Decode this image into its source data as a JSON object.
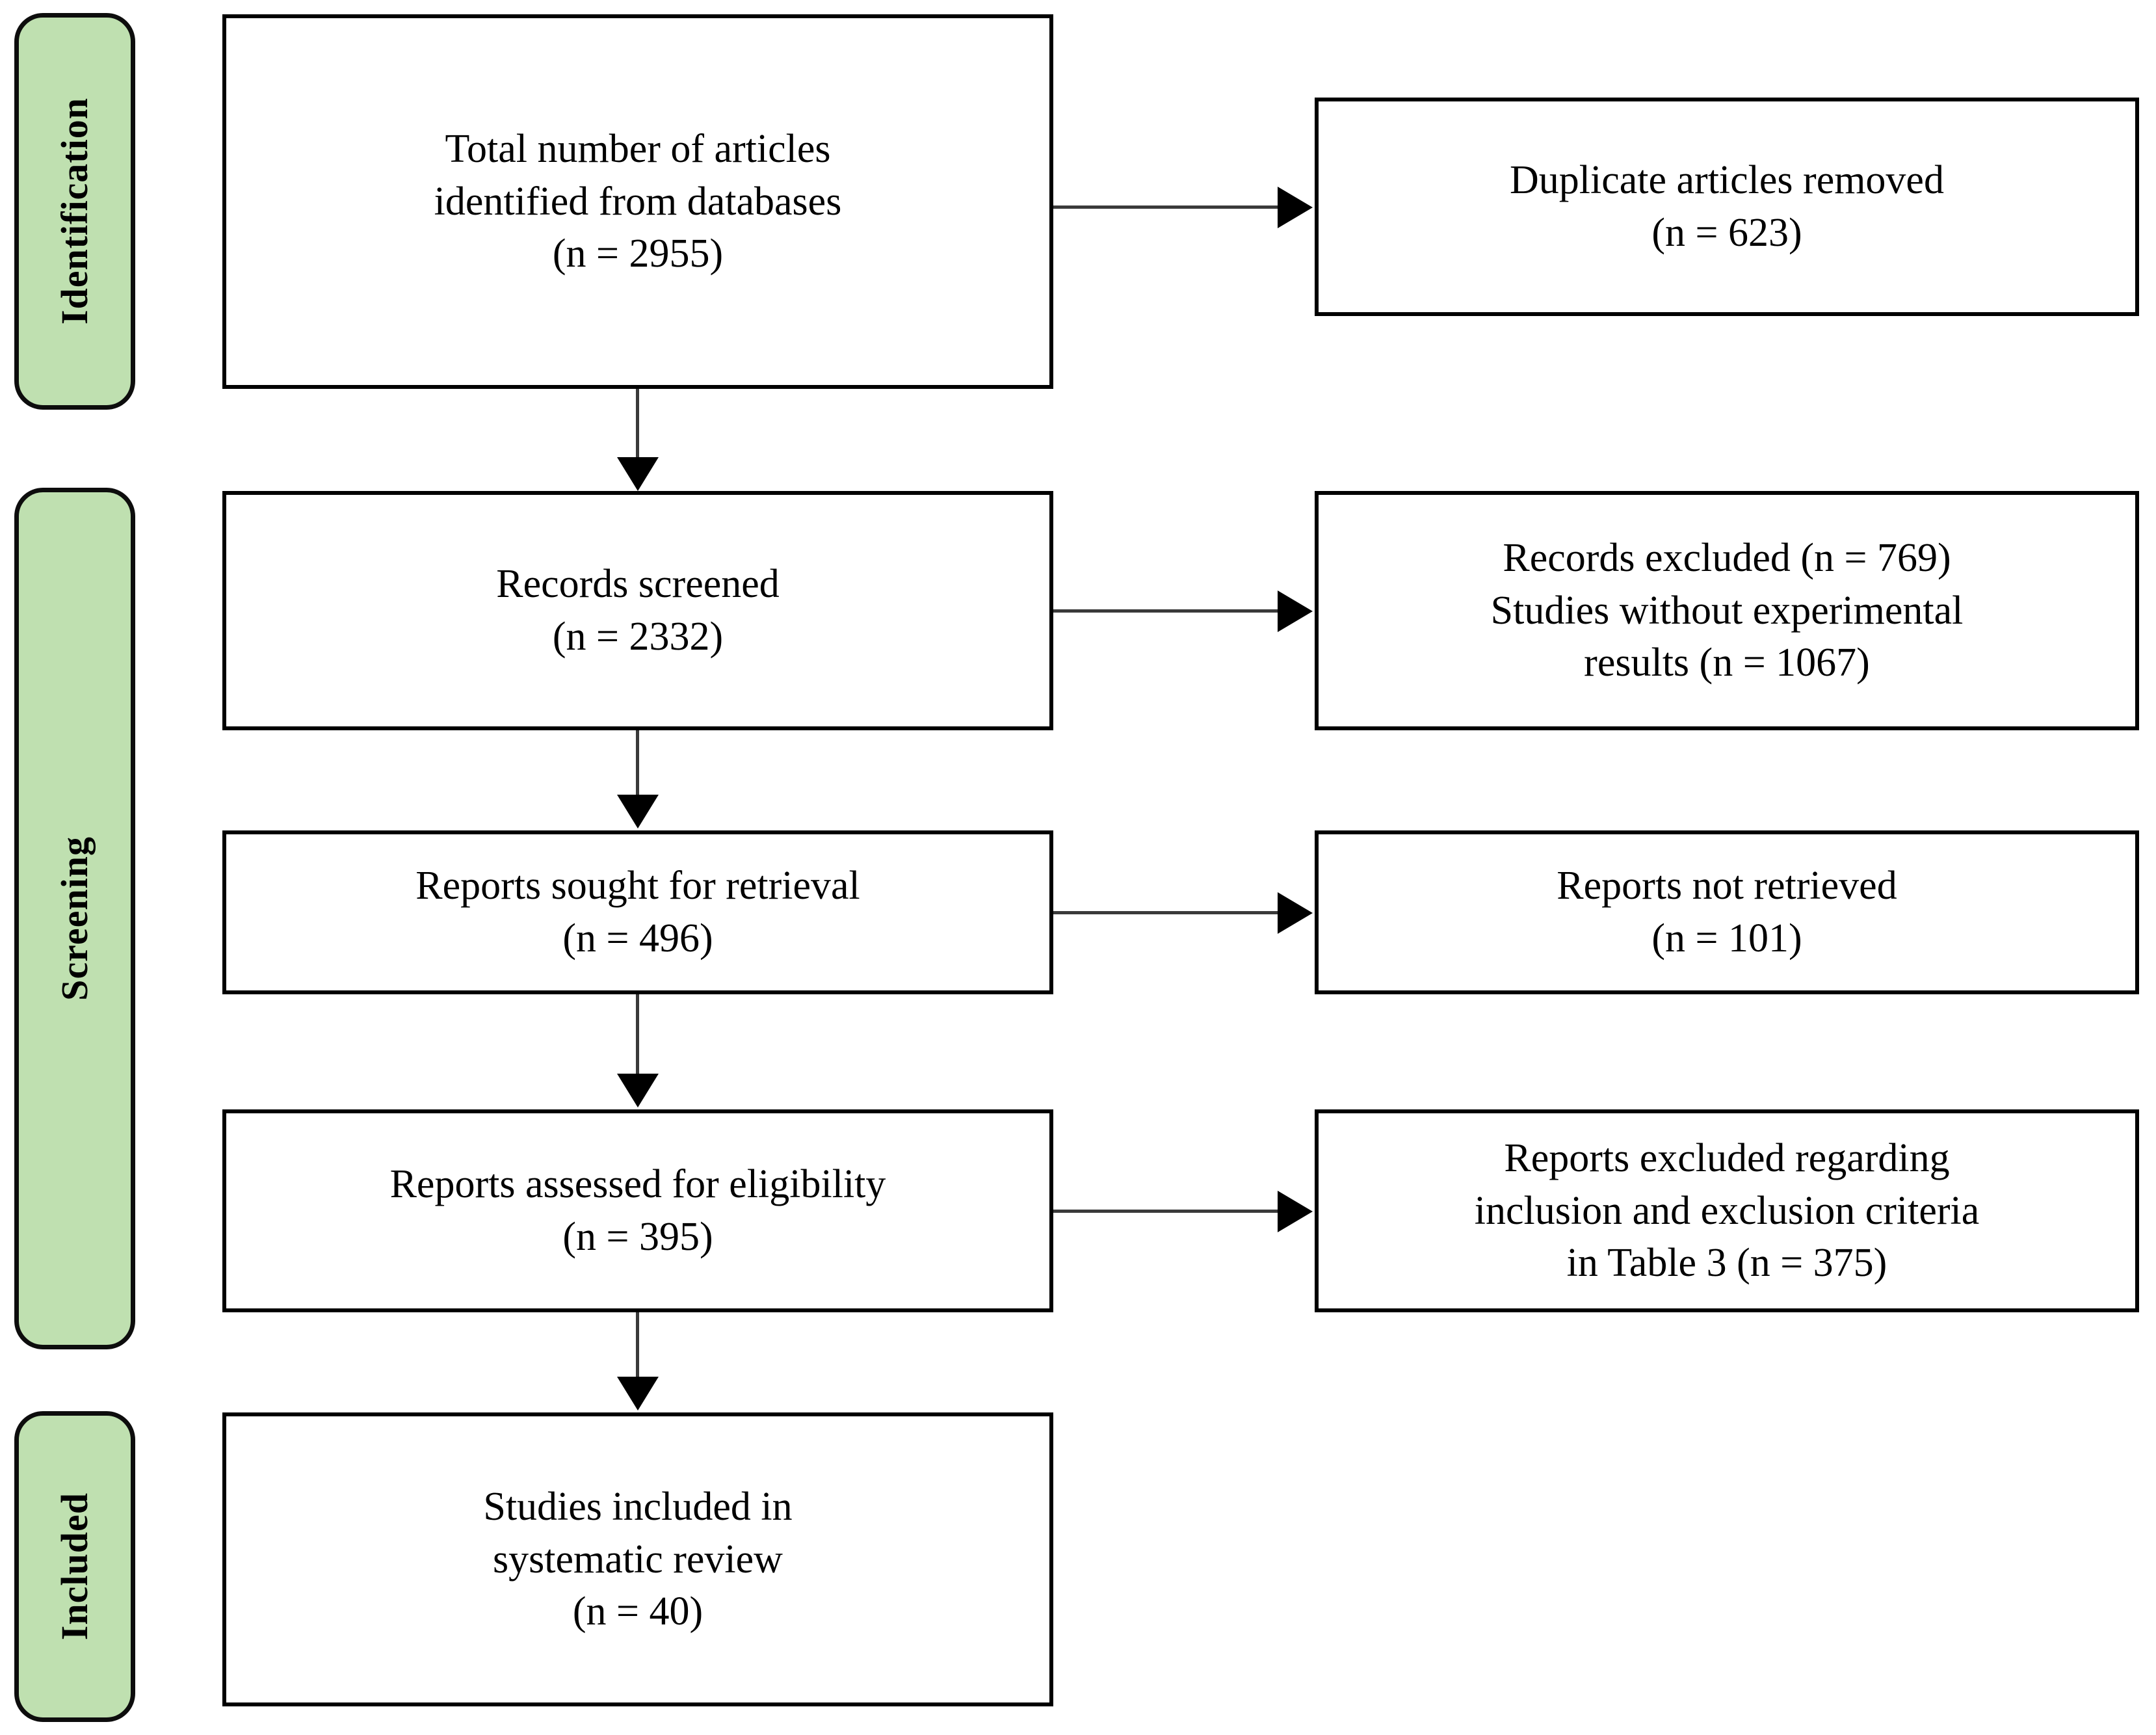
{
  "diagram": {
    "type": "prisma-flow-diagram",
    "accent_green": "#bfe0b0",
    "border_color": "#000000",
    "connector_color": "#3a3a3a"
  },
  "stages": [
    {
      "id": "identification",
      "label": "Identification"
    },
    {
      "id": "screening",
      "label": "Screening"
    },
    {
      "id": "included",
      "label": "Included"
    }
  ],
  "boxes": {
    "identified": {
      "text": "Total number of articles\nidentified from databases\n(n = 2955)"
    },
    "duplicates": {
      "text": "Duplicate articles removed\n(n = 623)"
    },
    "screened": {
      "text": "Records screened\n(n = 2332)"
    },
    "records_excluded": {
      "text": "Records excluded (n = 769)\nStudies without experimental\nresults (n = 1067)"
    },
    "sought": {
      "text": "Reports sought for retrieval\n(n = 496)"
    },
    "not_retrieved": {
      "text": "Reports not retrieved\n(n = 101)"
    },
    "assessed": {
      "text": "Reports assessed for eligibility\n(n = 395)"
    },
    "reports_excluded": {
      "text": "Reports excluded regarding\ninclusion and exclusion criteria\nin Table 3 (n = 375)"
    },
    "included": {
      "text": "Studies included in\nsystematic review\n(n = 40)"
    }
  },
  "counts": {
    "identified_from_databases": 2955,
    "duplicate_articles_removed": 623,
    "records_screened": 2332,
    "records_excluded": 769,
    "studies_without_experimental_results": 1067,
    "reports_sought_for_retrieval": 496,
    "reports_not_retrieved": 101,
    "reports_assessed_for_eligibility": 395,
    "reports_excluded_criteria_table3": 375,
    "studies_included_in_systematic_review": 40
  }
}
